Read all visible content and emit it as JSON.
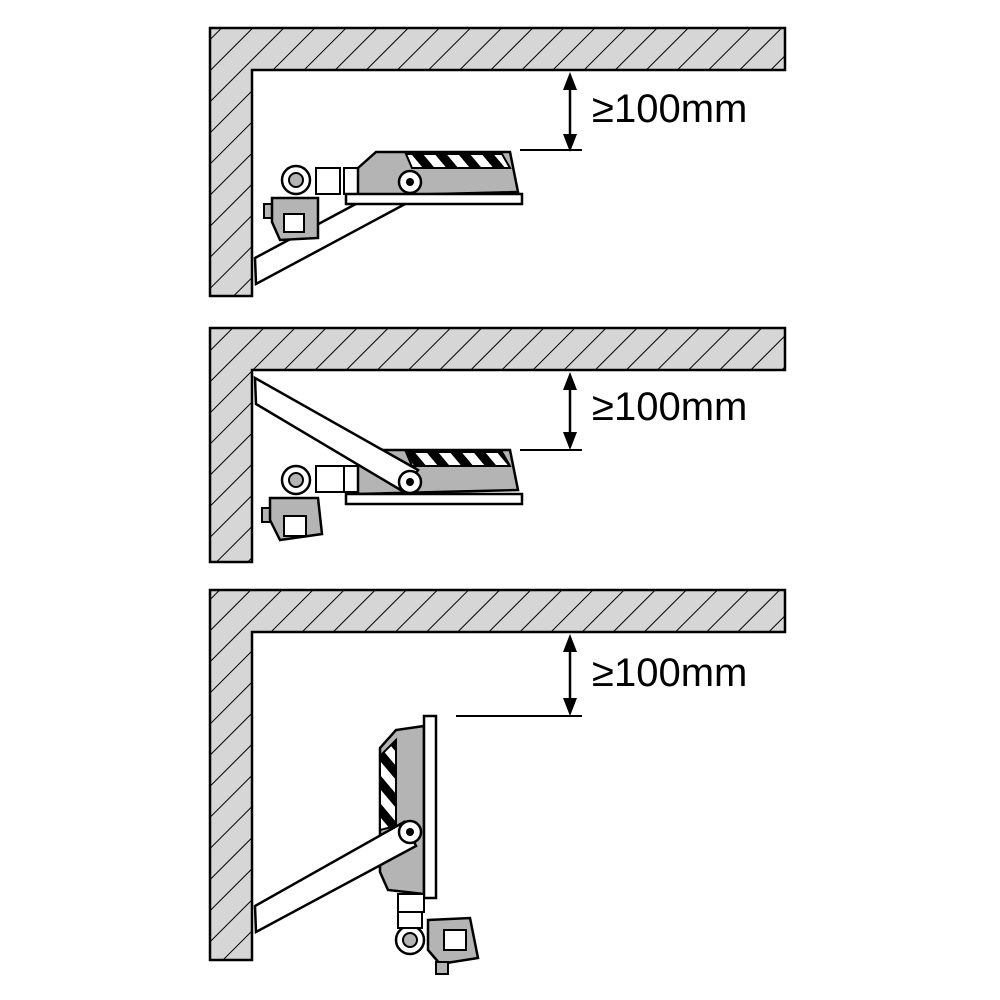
{
  "panels": [
    {
      "clearance": "≥100mm",
      "arrangement": "bracket-below-wall-mounted"
    },
    {
      "clearance": "≥100mm",
      "arrangement": "bracket-above-wall-mounted"
    },
    {
      "clearance": "≥100mm",
      "arrangement": "vertical-wall-mounted"
    }
  ],
  "colors": {
    "wall_fill": "#d6d6d6",
    "fixture_fill": "#b4b4b4",
    "line": "#000000",
    "background": "#ffffff"
  }
}
